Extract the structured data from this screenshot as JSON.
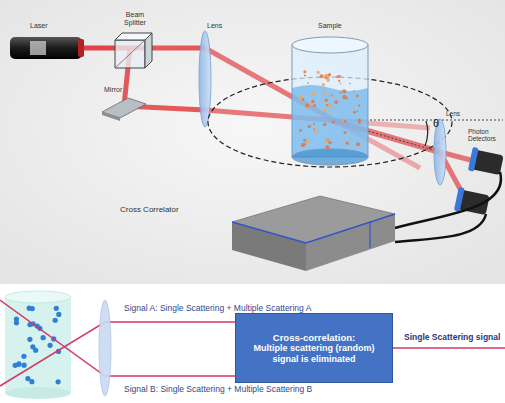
{
  "diagram": {
    "nodes": [
      {
        "text": [
          "Cross-correlation:",
          "Multiple scattering (random) signal is eliminated"
        ]
      }
    ],
    "labels": [
      "Laser",
      "Beam Splitter",
      "Mirror",
      "Lens",
      "Sample",
      "θ",
      "Lens",
      "Photon Detectors",
      "Cross Correlator",
      "Signal A: Single Scattering + Multiple Scattering A",
      "Signal B: Single Scattering + Multiple Scattering B",
      "Single Scattering signal"
    ]
  }
}
